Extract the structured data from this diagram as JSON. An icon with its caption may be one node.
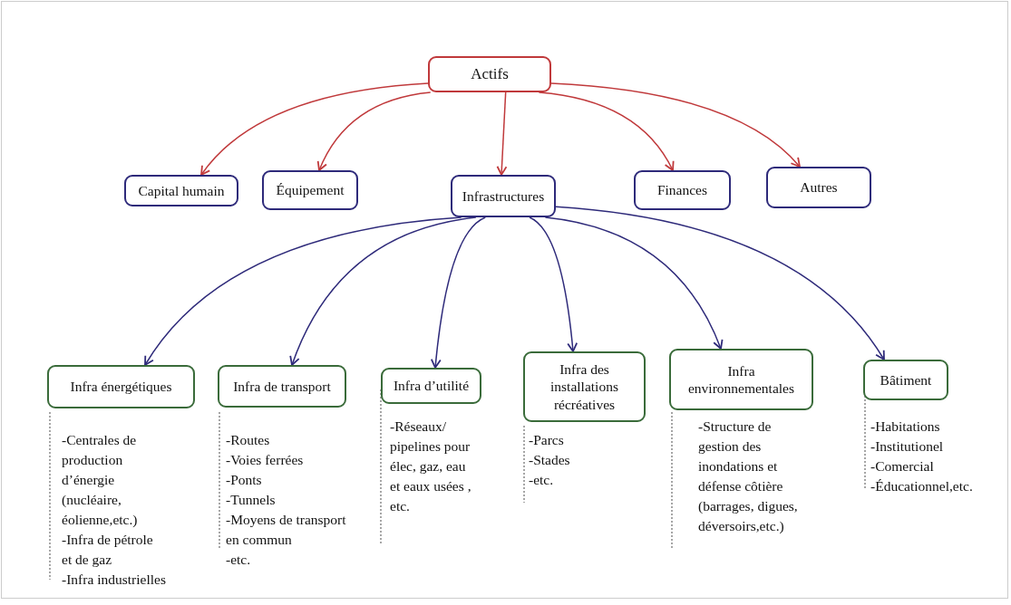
{
  "diagram": {
    "nodes": [
      {
        "text": [
          "Actifs"
        ]
      },
      {
        "text": [
          "Capital humain"
        ]
      },
      {
        "text": [
          "Équipement"
        ]
      },
      {
        "text": [
          "Infrastructures"
        ]
      },
      {
        "text": [
          "Finances"
        ]
      },
      {
        "text": [
          "Autres"
        ]
      },
      {
        "text": [
          "Infra énergétiques"
        ],
        "beside": [
          "-Centrales de production d’énergie (nucléaire, éolienne,etc.)",
          "-Infra de pétrole et de gaz",
          "-Infra industrielles"
        ]
      },
      {
        "text": [
          "Infra de transport"
        ],
        "beside": [
          "-Routes",
          "-Voies ferrées",
          "-Ponts",
          "-Tunnels",
          "-Moyens de transport en commun",
          "-etc."
        ]
      },
      {
        "text": [
          "Infra d’utilité"
        ],
        "beside": [
          "-Réseaux/ pipelines pour élec, gaz, eau et eaux usées , etc."
        ]
      },
      {
        "text": [
          "Infra des installations récréatives"
        ],
        "beside": [
          "-Parcs",
          "-Stades",
          "-etc."
        ]
      },
      {
        "text": [
          "Infra environnementales"
        ],
        "beside": [
          "-Structure de gestion des inondations et défense côtière (barrages, digues, déversoirs,etc.)"
        ]
      },
      {
        "text": [
          "Bâtiment"
        ],
        "beside": [
          "-Habitations",
          "-Institutionel",
          "-Comercial",
          "-Éducationnel,etc."
        ]
      }
    ],
    "edges": [
      {
        "from": 0,
        "to": 1,
        "arrow": "to",
        "color": "#c0393b"
      },
      {
        "from": 0,
        "to": 2,
        "arrow": "to",
        "color": "#c0393b"
      },
      {
        "from": 0,
        "to": 3,
        "arrow": "to",
        "color": "#c0393b"
      },
      {
        "from": 0,
        "to": 4,
        "arrow": "to",
        "color": "#c0393b"
      },
      {
        "from": 0,
        "to": 5,
        "arrow": "to",
        "color": "#c0393b"
      },
      {
        "from": 3,
        "to": 6,
        "arrow": "to"
      },
      {
        "from": 3,
        "to": 7,
        "arrow": "to"
      },
      {
        "from": 3,
        "to": 8,
        "arrow": "to"
      },
      {
        "from": 3,
        "to": 9,
        "arrow": "to"
      },
      {
        "from": 3,
        "to": 10,
        "arrow": "to"
      },
      {
        "from": 3,
        "to": 11,
        "arrow": "to"
      }
    ]
  }
}
